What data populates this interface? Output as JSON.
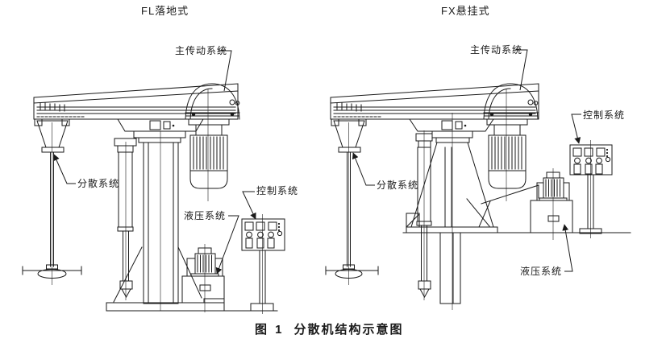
{
  "colors": {
    "ink": "#1a1a1a",
    "paper": "#ffffff"
  },
  "figure_caption": {
    "number": "图 1",
    "title": "分散机结构示意图"
  },
  "machines": [
    {
      "title": "FL落地式",
      "labels": {
        "main_drive": "主传动系统",
        "dispersion": "分散系统",
        "hydraulic": "液压系统",
        "control": "控制系统"
      }
    },
    {
      "title": "FX悬挂式",
      "labels": {
        "main_drive": "主传动系统",
        "dispersion": "分散系统",
        "hydraulic": "液压系统",
        "control": "控制系统"
      }
    }
  ]
}
